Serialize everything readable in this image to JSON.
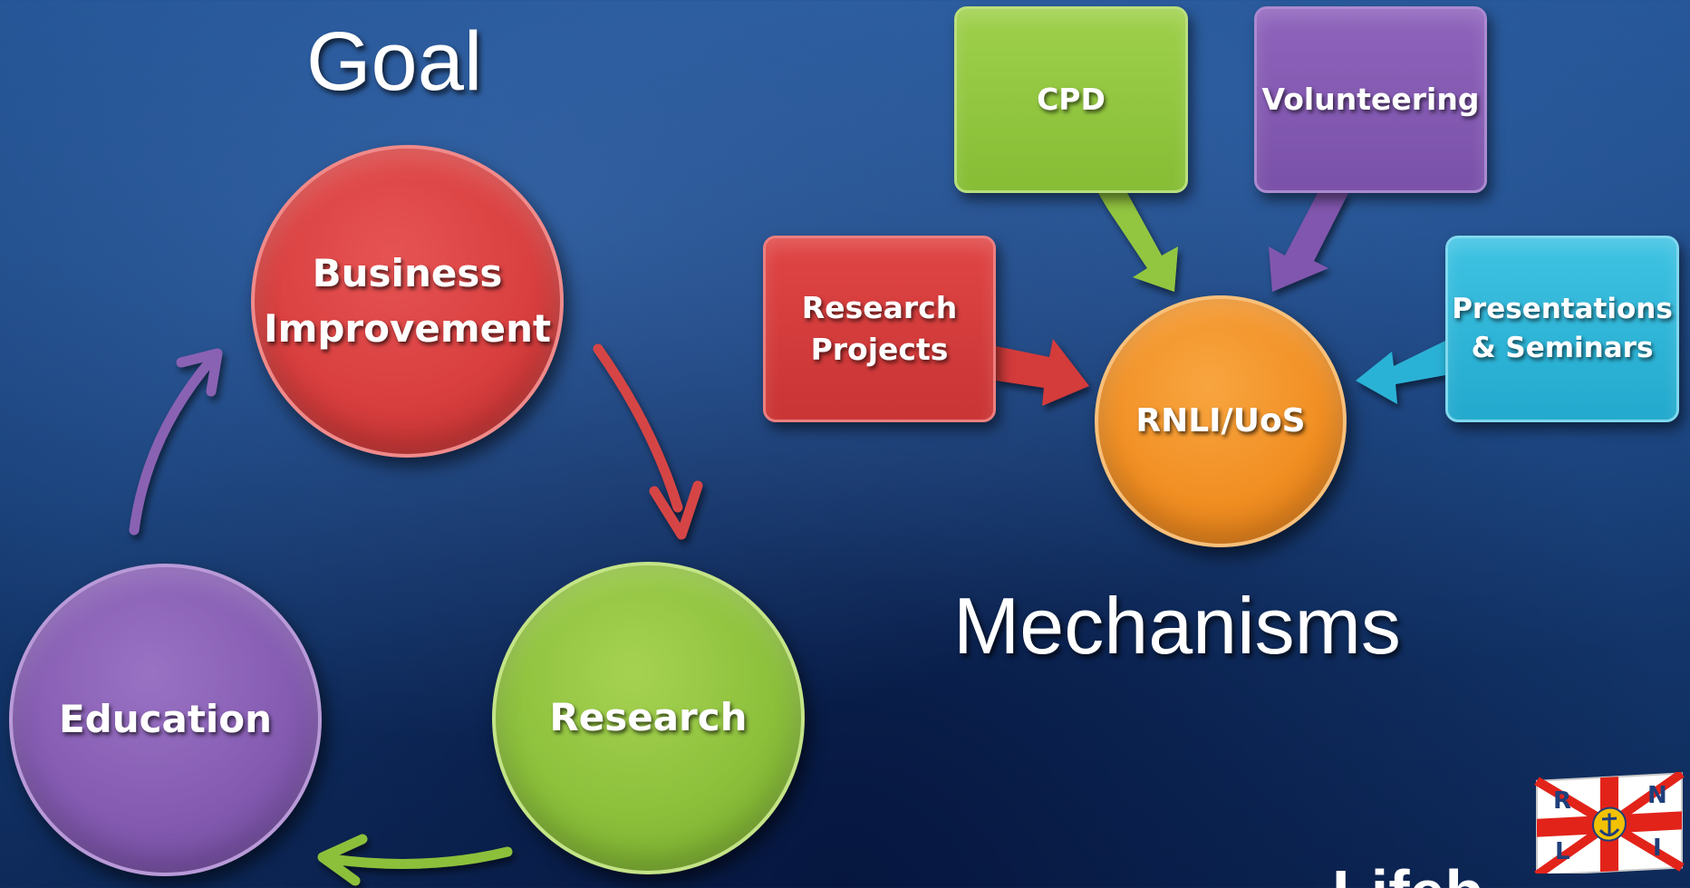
{
  "headings": {
    "goal": "Goal",
    "mechanisms": "Mechanisms"
  },
  "cycle": {
    "business_improvement": [
      "Business",
      "Improvement"
    ],
    "research": "Research",
    "education": "Education"
  },
  "mechanisms": {
    "hub": "RNLI/UoS",
    "cpd": "CPD",
    "volunteering": "Volunteering",
    "research_projects": [
      "Research",
      "Projects"
    ],
    "presentations_seminars": [
      "Presentations",
      "& Seminars"
    ]
  },
  "logo": {
    "letters": [
      "R",
      "N",
      "L",
      "I"
    ]
  },
  "footer_fragment": "Lifeb",
  "colors": {
    "background": "#173f78",
    "red": "#d93f3f",
    "green": "#8cc03b",
    "purple": "#845bb1",
    "orange": "#f18f23",
    "cyan": "#22a9cd"
  }
}
